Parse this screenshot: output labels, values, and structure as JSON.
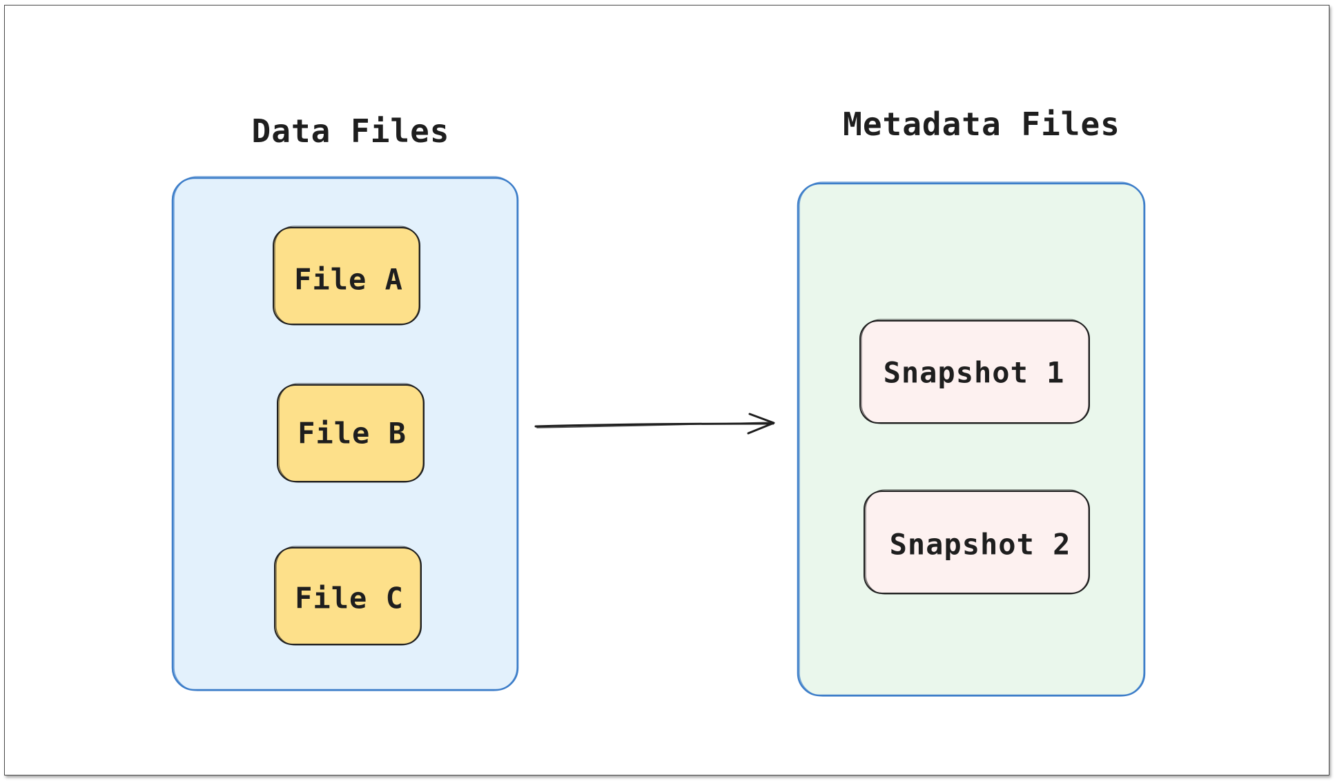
{
  "diagram": {
    "left_group": {
      "title": "Data Files",
      "items": [
        "File A",
        "File B",
        "File C"
      ]
    },
    "right_group": {
      "title": "Metadata Files",
      "items": [
        "Snapshot 1",
        "Snapshot 2"
      ]
    },
    "colors": {
      "left_group_fill": "#e3f1fc",
      "left_group_stroke": "#3d7ec9",
      "right_group_fill": "#eaf7ec",
      "right_group_stroke": "#3d7ec9",
      "file_fill": "#fde08a",
      "file_stroke": "#1e1e1e",
      "snapshot_fill": "#fdf1f0",
      "snapshot_stroke": "#1e1e1e",
      "arrow_stroke": "#1e1e1e"
    }
  }
}
